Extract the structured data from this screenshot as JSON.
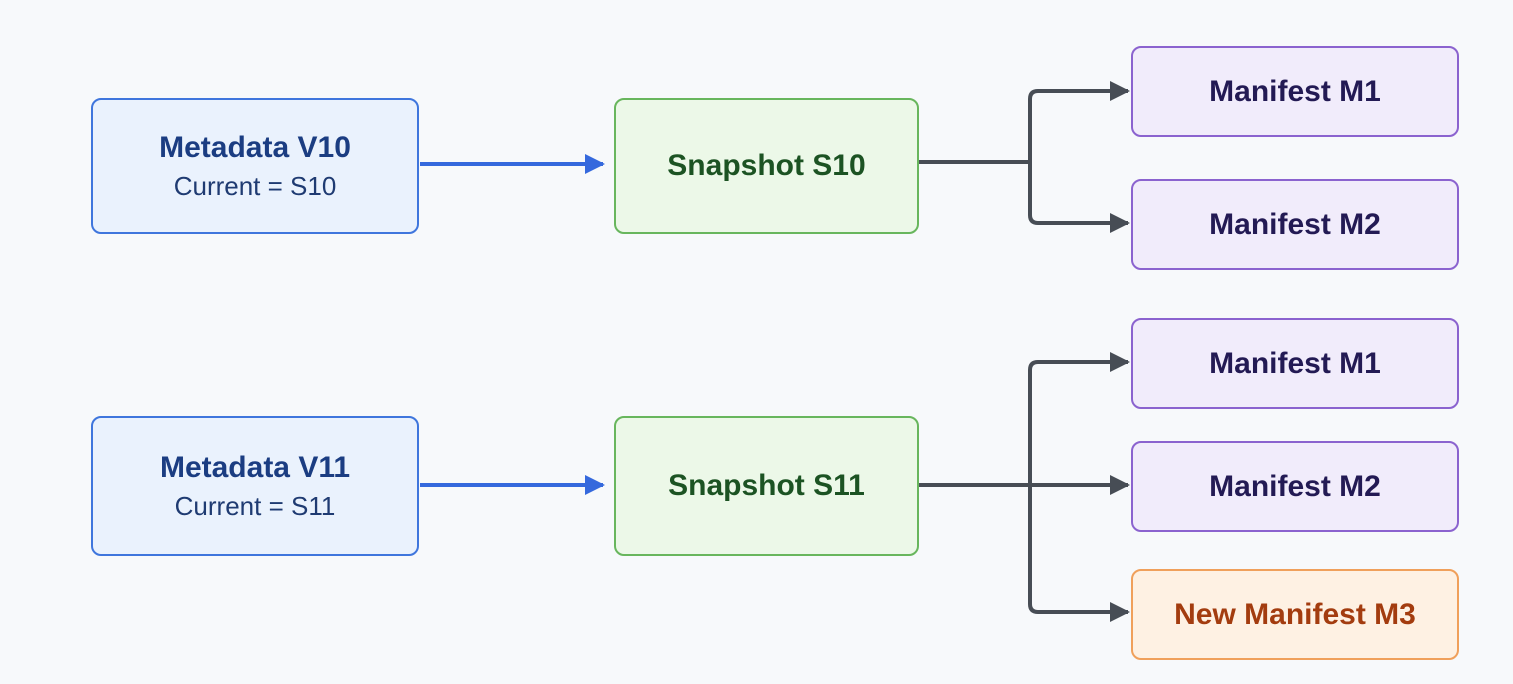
{
  "colors": {
    "background": "#f7f9fb",
    "metadata_border": "#3f76dd",
    "metadata_fill": "#eaf2fd",
    "snapshot_border": "#68b65d",
    "snapshot_fill": "#ecf8e8",
    "manifest_border": "#8b63cf",
    "manifest_fill": "#f1ecfb",
    "new_manifest_border": "#f0a05b",
    "new_manifest_fill": "#fef1e3",
    "blue_arrow": "#3569dd",
    "gray_arrow": "#474d55"
  },
  "top": {
    "metadata": {
      "title": "Metadata V10",
      "subtitle": "Current = S10"
    },
    "snapshot": {
      "title": "Snapshot S10"
    },
    "manifests": [
      {
        "title": "Manifest M1"
      },
      {
        "title": "Manifest M2"
      }
    ]
  },
  "bottom": {
    "metadata": {
      "title": "Metadata V11",
      "subtitle": "Current = S11"
    },
    "snapshot": {
      "title": "Snapshot S11"
    },
    "manifests": [
      {
        "title": "Manifest M1"
      },
      {
        "title": "Manifest M2"
      },
      {
        "title": "New Manifest M3",
        "is_new": true
      }
    ]
  }
}
